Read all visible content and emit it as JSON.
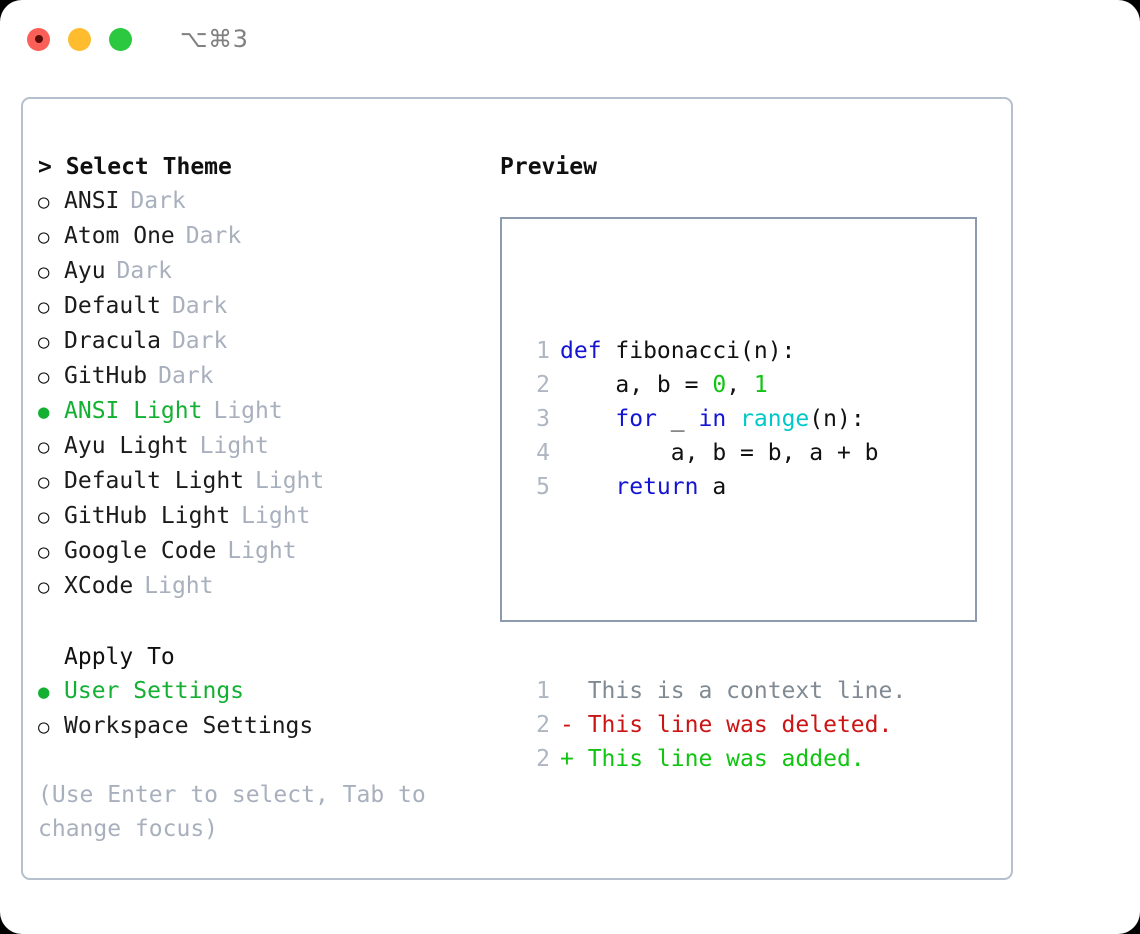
{
  "titlebar": {
    "buttons": [
      {
        "name": "close",
        "color": "#fb6058"
      },
      {
        "name": "minimize",
        "color": "#febc2e"
      },
      {
        "name": "maximize",
        "color": "#2bc840"
      }
    ],
    "shortcut": "⌥⌘3"
  },
  "theme_picker": {
    "heading": "> Select Theme",
    "marker_selected": "●",
    "marker_unselected": "○",
    "options": [
      {
        "name": "ANSI",
        "variant": "Dark",
        "selected": false
      },
      {
        "name": "Atom One",
        "variant": "Dark",
        "selected": false
      },
      {
        "name": "Ayu",
        "variant": "Dark",
        "selected": false
      },
      {
        "name": "Default",
        "variant": "Dark",
        "selected": false
      },
      {
        "name": "Dracula",
        "variant": "Dark",
        "selected": false
      },
      {
        "name": "GitHub",
        "variant": "Dark",
        "selected": false
      },
      {
        "name": "ANSI Light",
        "variant": "Light",
        "selected": true
      },
      {
        "name": "Ayu Light",
        "variant": "Light",
        "selected": false
      },
      {
        "name": "Default Light",
        "variant": "Light",
        "selected": false
      },
      {
        "name": "GitHub Light",
        "variant": "Light",
        "selected": false
      },
      {
        "name": "Google Code",
        "variant": "Light",
        "selected": false
      },
      {
        "name": "XCode",
        "variant": "Light",
        "selected": false
      }
    ]
  },
  "apply_to": {
    "heading": "Apply To",
    "options": [
      {
        "label": "User Settings",
        "selected": true
      },
      {
        "label": "Workspace Settings",
        "selected": false
      }
    ]
  },
  "hint": "(Use Enter to select, Tab to change focus)",
  "preview": {
    "title": "Preview",
    "code_lines": [
      {
        "number": "1",
        "tokens": [
          {
            "t": "def",
            "c": "kw"
          },
          {
            "t": " fibonacci(n):",
            "c": "plain"
          }
        ]
      },
      {
        "number": "2",
        "tokens": [
          {
            "t": "    a, b = ",
            "c": "plain"
          },
          {
            "t": "0",
            "c": "num"
          },
          {
            "t": ", ",
            "c": "plain"
          },
          {
            "t": "1",
            "c": "num"
          }
        ]
      },
      {
        "number": "3",
        "tokens": [
          {
            "t": "    ",
            "c": "plain"
          },
          {
            "t": "for",
            "c": "kw"
          },
          {
            "t": " _ ",
            "c": "plain"
          },
          {
            "t": "in",
            "c": "kw"
          },
          {
            "t": " ",
            "c": "plain"
          },
          {
            "t": "range",
            "c": "fn"
          },
          {
            "t": "(n):",
            "c": "plain"
          }
        ]
      },
      {
        "number": "4",
        "tokens": [
          {
            "t": "        a, b = b, a + b",
            "c": "plain"
          }
        ]
      },
      {
        "number": "5",
        "tokens": [
          {
            "t": "    ",
            "c": "plain"
          },
          {
            "t": "return",
            "c": "kw"
          },
          {
            "t": " a",
            "c": "plain"
          }
        ]
      }
    ],
    "diff_lines": [
      {
        "number": "1",
        "text": "  This is a context line.",
        "kind": "ctx"
      },
      {
        "number": "2",
        "text": "- This line was deleted.",
        "kind": "del"
      },
      {
        "number": "2",
        "text": "+ This line was added.",
        "kind": "add"
      }
    ]
  },
  "colors": {
    "keyword": "#1414d2",
    "function": "#00c8c8",
    "number": "#12c412",
    "selected": "#14b033",
    "muted": "#a8b0bd",
    "diff_delete": "#cc1414",
    "diff_add": "#12c412",
    "panel_border": "#b6bfcd",
    "preview_border": "#8e9baf"
  }
}
